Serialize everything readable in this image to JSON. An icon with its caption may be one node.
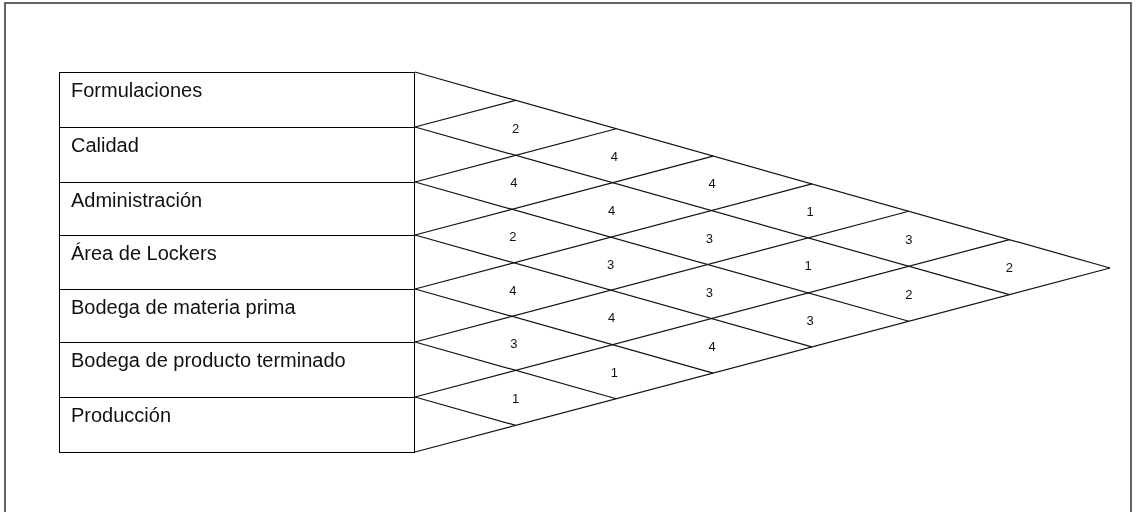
{
  "diagram": {
    "nodes": [
      {
        "text": [
          "Formulaciones"
        ]
      },
      {
        "text": [
          "Calidad"
        ]
      },
      {
        "text": [
          "Administración"
        ]
      },
      {
        "text": [
          "Área de Lockers"
        ]
      },
      {
        "text": [
          "Bodega de materia prima"
        ]
      },
      {
        "text": [
          "Bodega de producto terminado"
        ]
      },
      {
        "text": [
          "Producción"
        ]
      }
    ],
    "edges": [],
    "labels": [
      "2",
      "4",
      "4",
      "4",
      "4",
      "1",
      "2",
      "3",
      "3",
      "3",
      "1",
      "2",
      "4",
      "3",
      "2",
      "4",
      "3",
      "3",
      "4",
      "1",
      "1"
    ]
  }
}
